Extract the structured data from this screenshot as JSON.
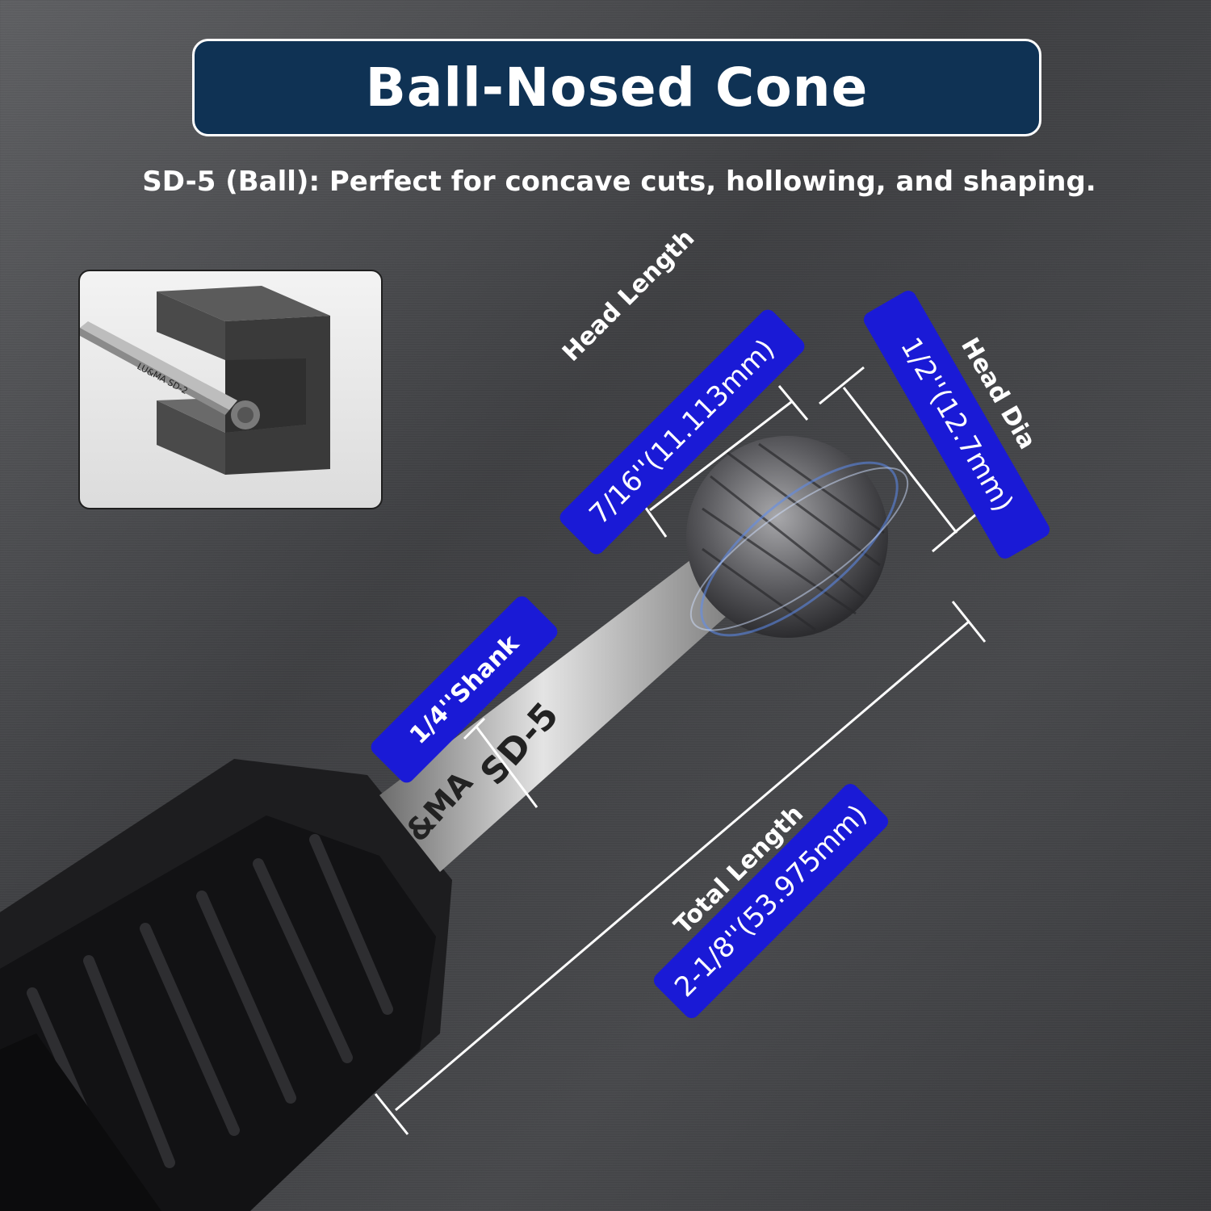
{
  "title": "Ball-Nosed Cone",
  "subtitle": "SD-5 (Ball): Perfect for concave cuts, hollowing, and shaping.",
  "inset": {
    "bit_marking": "LU&MA SD-2"
  },
  "bit_marking": {
    "brand": "&MA",
    "model": "SD-5"
  },
  "dimensions": {
    "head_length": {
      "name": "Head Length",
      "value": "7/16''(11.113mm)"
    },
    "head_dia": {
      "name": "Head Dia",
      "value": "1/2''(12.7mm)"
    },
    "shank": {
      "value": "1/4''Shank"
    },
    "total_length": {
      "name": "Total Length",
      "value": "2-1/8''(53.975mm)"
    }
  },
  "colors": {
    "banner": "#0f3254",
    "label_box": "#1a1ad6",
    "background": "#47484b"
  }
}
